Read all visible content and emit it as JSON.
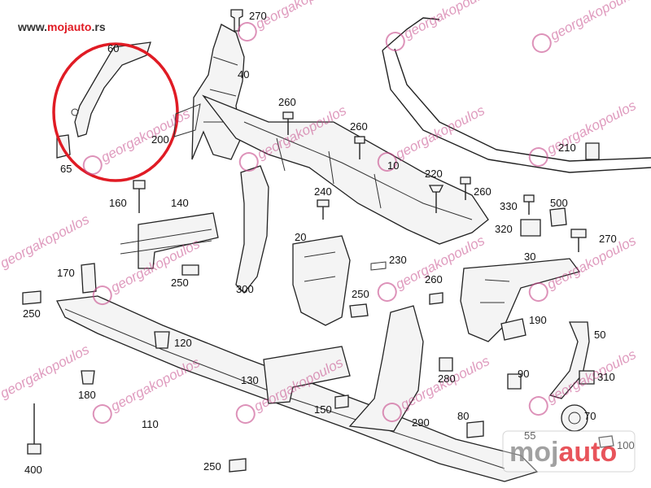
{
  "header": {
    "site_prefix": "www.",
    "site_name": "mojauto",
    "site_suffix": ".rs"
  },
  "brand": {
    "part1": "moj",
    "part2": "auto"
  },
  "watermark": {
    "text": "georgakopoulos"
  },
  "colors": {
    "highlight": "#e01b24",
    "site_accent": "#e01b24",
    "watermark": "#c64a8a"
  },
  "callouts": {
    "c270a": "270",
    "c60": "60",
    "c40": "40",
    "c260a": "260",
    "c260b": "260",
    "c200": "200",
    "c65": "65",
    "c10": "10",
    "c210": "210",
    "c220": "220",
    "c260c": "260",
    "c160": "160",
    "c140": "140",
    "c240": "240",
    "c330": "330",
    "c500": "500",
    "c320": "320",
    "c270b": "270",
    "c20": "20",
    "c230": "230",
    "c30": "30",
    "c170": "170",
    "c250a": "250",
    "c300": "300",
    "c260d": "260",
    "c250b": "250",
    "c250c": "250",
    "c190": "190",
    "c50": "50",
    "c120": "120",
    "c90": "90",
    "c310": "310",
    "c130": "130",
    "c280": "280",
    "c180": "180",
    "c150": "150",
    "c110": "110",
    "c290": "290",
    "c80": "80",
    "c70": "70",
    "c55": "55",
    "c100": "100",
    "c400": "400",
    "c250d": "250"
  }
}
